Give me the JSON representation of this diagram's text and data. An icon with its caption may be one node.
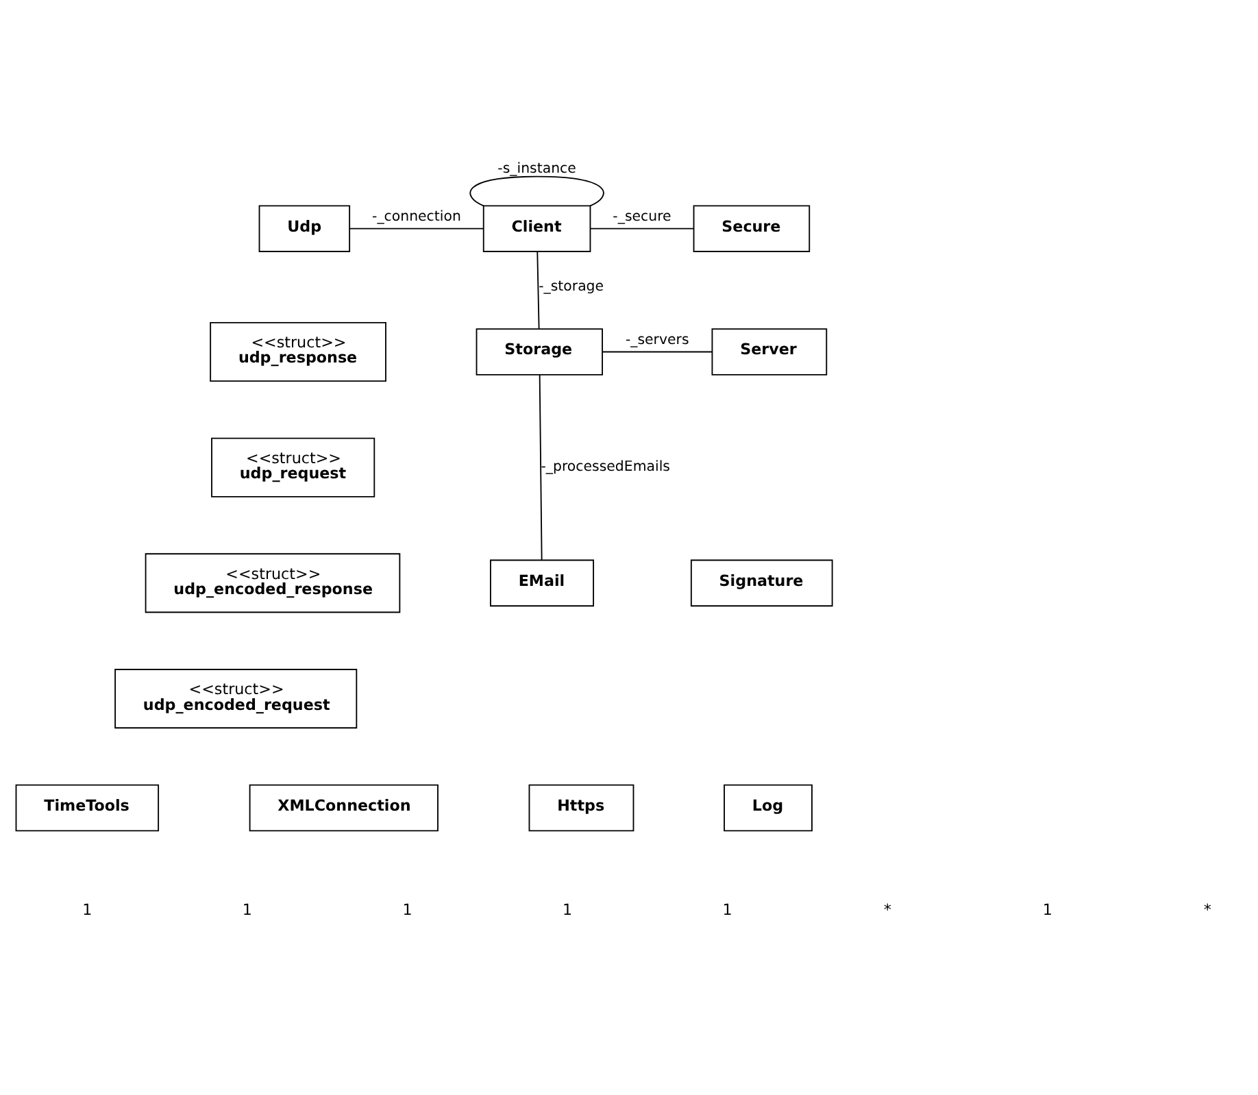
{
  "diagram": {
    "nodes": [
      {
        "text": [
          "Udp"
        ]
      },
      {
        "text": [
          "Client"
        ]
      },
      {
        "text": [
          "Secure"
        ]
      },
      {
        "text": [
          "<<struct>>",
          "udp_response"
        ]
      },
      {
        "text": [
          "Storage"
        ]
      },
      {
        "text": [
          "Server"
        ]
      },
      {
        "text": [
          "<<struct>>",
          "udp_request"
        ]
      },
      {
        "text": [
          "<<struct>>",
          "udp_encoded_response"
        ]
      },
      {
        "text": [
          "EMail"
        ]
      },
      {
        "text": [
          "Signature"
        ]
      },
      {
        "text": [
          "<<struct>>",
          "udp_encoded_request"
        ]
      },
      {
        "text": [
          "TimeTools"
        ]
      },
      {
        "text": [
          "XMLConnection"
        ]
      },
      {
        "text": [
          "Https"
        ]
      },
      {
        "text": [
          "Log"
        ]
      }
    ],
    "edges": [
      {
        "from": 1,
        "to": 1,
        "arrow": "none",
        "label": "-s_instance"
      },
      {
        "from": 1,
        "to": 0,
        "arrow": "none",
        "label": "-_connection"
      },
      {
        "from": 1,
        "to": 2,
        "arrow": "none",
        "label": "-_secure"
      },
      {
        "from": 1,
        "to": 4,
        "arrow": "none",
        "label": "-_storage"
      },
      {
        "from": 4,
        "to": 5,
        "arrow": "none",
        "label": "-_servers"
      },
      {
        "from": 4,
        "to": 8,
        "arrow": "none",
        "label": "-_processedEmails"
      }
    ],
    "labels": [
      "1",
      "1",
      "1",
      "1",
      "1",
      "*",
      "1",
      "*"
    ]
  }
}
